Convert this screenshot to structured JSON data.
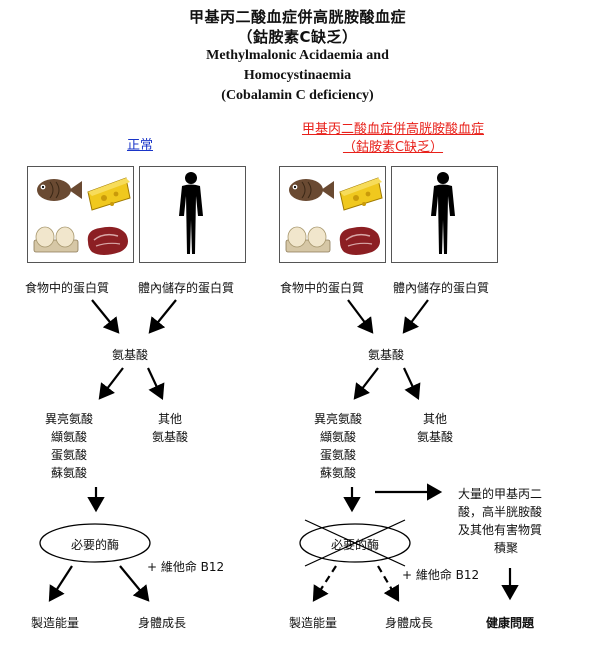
{
  "title": {
    "zh_line1": "甲基丙二酸血症併高胱胺酸血症",
    "zh_line2": "（鈷胺素C缺乏）",
    "en_line1": "Methylmalonic Acidaemia and",
    "en_line2": "Homocystinaemia",
    "en_line3": "(Cobalamin C deficiency)"
  },
  "normal": {
    "header": "正常",
    "food_label": "食物中的蛋白質",
    "body_label": "體內儲存的蛋白質",
    "amino": "氨基酸",
    "left_acids": [
      "異亮氨酸",
      "纈氨酸",
      "蛋氨酸",
      "蘇氨酸"
    ],
    "other_acids": [
      "其他",
      "氨基酸"
    ],
    "enzyme": "必要的酶",
    "b12": "+ 維他命 B12",
    "out_energy": "製造能量",
    "out_growth": "身體成長"
  },
  "patient": {
    "header_line1": "甲基丙二酸血症併高胱胺酸血症",
    "header_line2": "（鈷胺素C缺乏）",
    "food_label": "食物中的蛋白質",
    "body_label": "體內儲存的蛋白質",
    "amino": "氨基酸",
    "left_acids": [
      "異亮氨酸",
      "纈氨酸",
      "蛋氨酸",
      "蘇氨酸"
    ],
    "other_acids": [
      "其他",
      "氨基酸"
    ],
    "enzyme": "必要的酶",
    "b12": "+ 維他命 B12",
    "out_energy": "製造能量",
    "out_growth": "身體成長",
    "accumulate": [
      "大量的甲基丙二",
      "酸，高半胱胺酸",
      "及其他有害物質",
      "積聚"
    ],
    "health": "健康問題"
  },
  "colors": {
    "normal_header": "#1a35c8",
    "patient_header": "#e8201a"
  }
}
